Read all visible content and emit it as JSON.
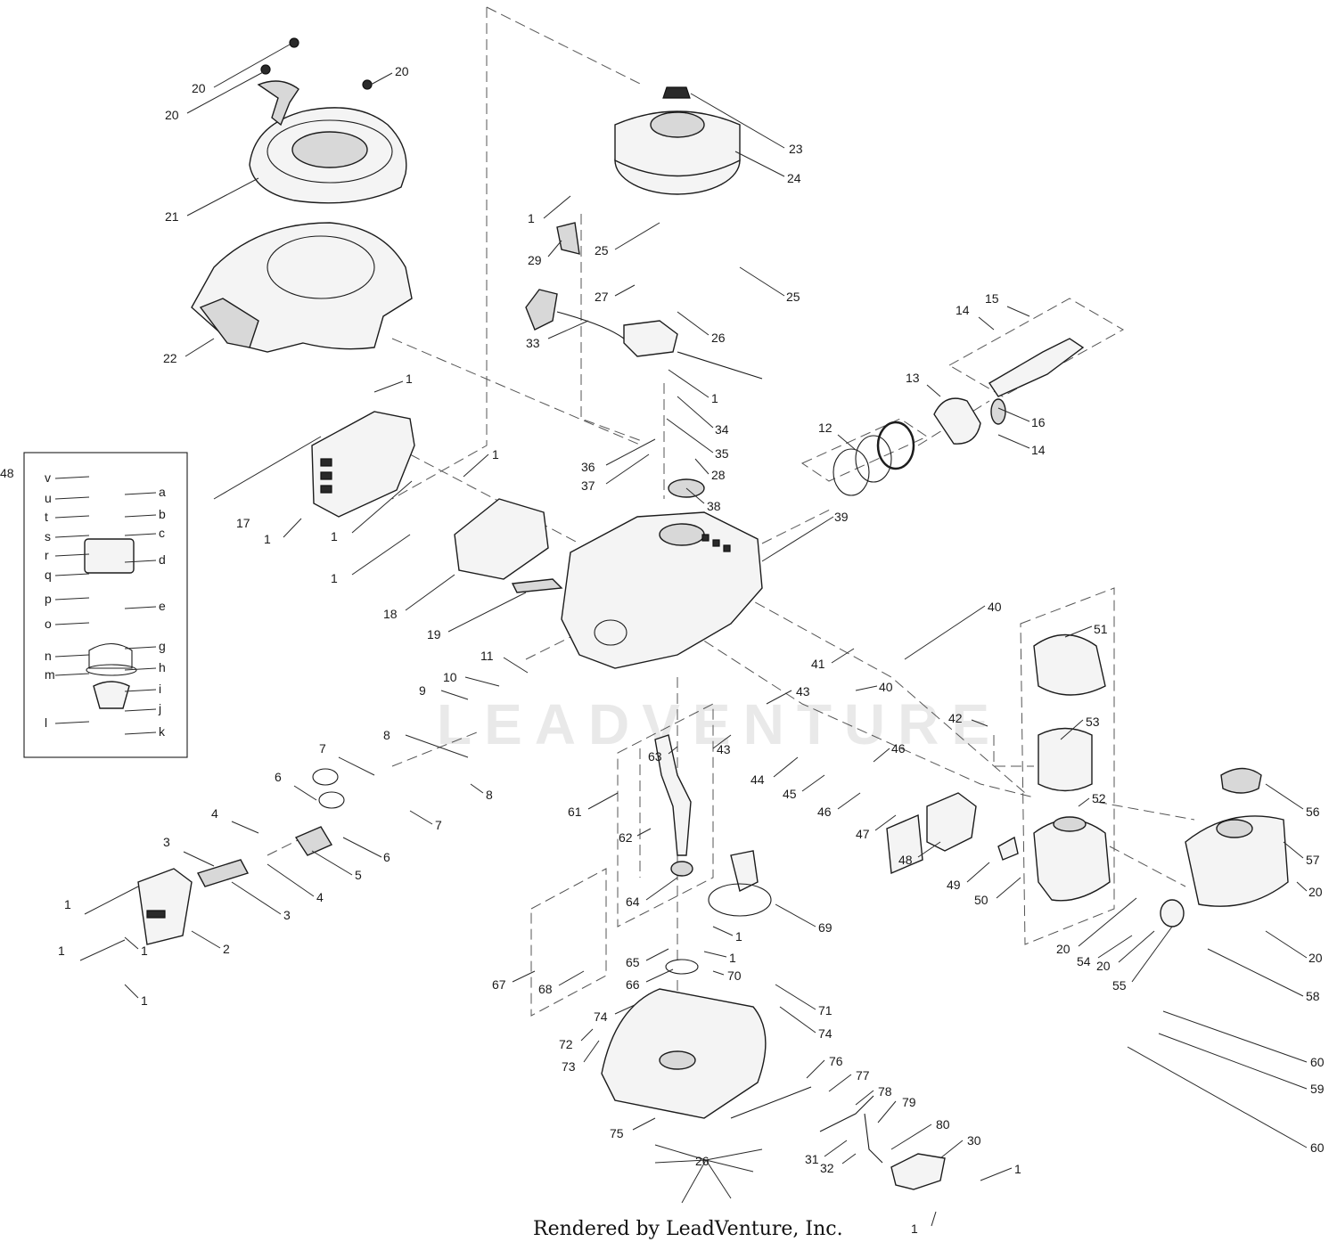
{
  "watermark": "LEADVENTURE",
  "credit": "Rendered by LeadVenture, Inc.",
  "callouts": [
    "20",
    "20",
    "20",
    "21",
    "22",
    "1",
    "23",
    "24",
    "1",
    "29",
    "25",
    "27",
    "25",
    "26",
    "33",
    "1",
    "34",
    "35",
    "28",
    "36",
    "37",
    "38",
    "15",
    "14",
    "13",
    "16",
    "14",
    "12",
    "39",
    "17",
    "1",
    "1",
    "1",
    "1",
    "18",
    "19",
    "40",
    "41",
    "40",
    "51",
    "53",
    "42",
    "11",
    "10",
    "9",
    "43",
    "43",
    "44",
    "46",
    "45",
    "46",
    "47",
    "48",
    "49",
    "52",
    "50",
    "56",
    "57",
    "20",
    "20",
    "20",
    "54",
    "20",
    "55",
    "58",
    "8",
    "8",
    "7",
    "7",
    "6",
    "6",
    "5",
    "4",
    "4",
    "3",
    "3",
    "1",
    "2",
    "1",
    "1",
    "1",
    "63",
    "61",
    "62",
    "64",
    "69",
    "1",
    "1",
    "65",
    "66",
    "70",
    "67",
    "68",
    "71",
    "74",
    "74",
    "72",
    "73",
    "76",
    "77",
    "78",
    "79",
    "80",
    "30",
    "31",
    "32",
    "1",
    "75",
    "26",
    "1",
    "60",
    "59",
    "60"
  ],
  "carb_kit": {
    "number": "48",
    "left": [
      "v",
      "u",
      "t",
      "s",
      "r",
      "q",
      "p",
      "o",
      "n",
      "m",
      "l"
    ],
    "right": [
      "a",
      "b",
      "c",
      "d",
      "e",
      "g",
      "h",
      "i",
      "j",
      "k"
    ]
  }
}
